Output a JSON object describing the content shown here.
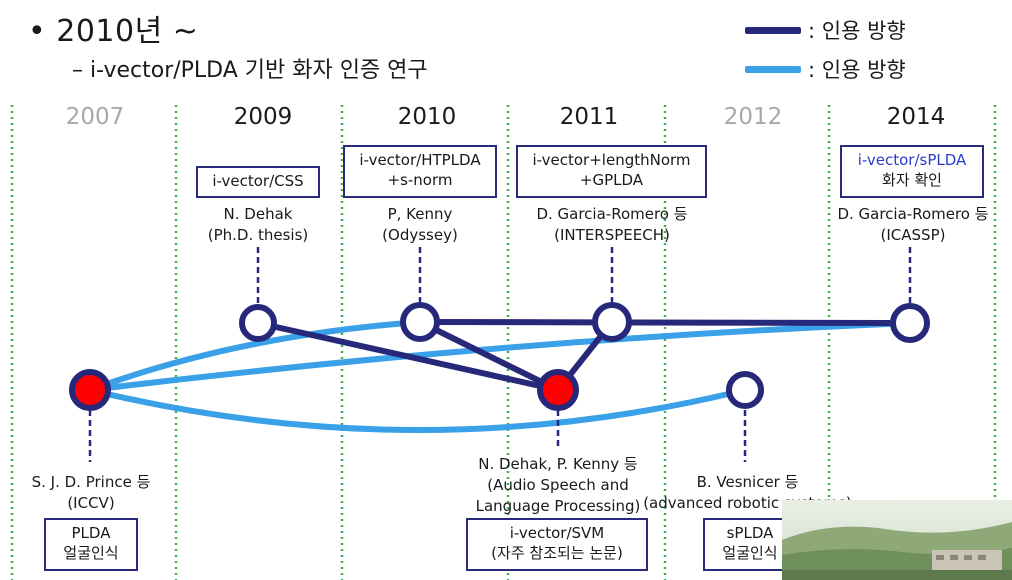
{
  "header": {
    "title": "• 2010년 ~",
    "subtitle": "– i-vector/PLDA 기반 화자 인증 연구"
  },
  "legend": [
    {
      "label": ": 인용 방향",
      "color": "#26287a"
    },
    {
      "label": ": 인용 방향",
      "color": "#3aa0e8"
    }
  ],
  "years": [
    {
      "label": "2007",
      "faded": true
    },
    {
      "label": "2009",
      "faded": false
    },
    {
      "label": "2010",
      "faded": false
    },
    {
      "label": "2011",
      "faded": false
    },
    {
      "label": "2012",
      "faded": true
    },
    {
      "label": "2014",
      "faded": false
    }
  ],
  "top_boxes": [
    {
      "line1": "i-vector/CSS",
      "line2": ""
    },
    {
      "line1": "i-vector/HTPLDA",
      "line2": "+s-norm"
    },
    {
      "line1": "i-vector+lengthNorm",
      "line2": "+GPLDA"
    },
    {
      "line1": "i-vector/sPLDA",
      "line2": "화자 확인"
    }
  ],
  "top_citations": [
    {
      "line1": "N. Dehak",
      "line2": "(Ph.D. thesis)"
    },
    {
      "line1": "P, Kenny",
      "line2": "(Odyssey)"
    },
    {
      "line1": "D. Garcia-Romero 등",
      "line2": "(INTERSPEECH)"
    },
    {
      "line1": "D. Garcia-Romero 등",
      "line2": "(ICASSP)"
    }
  ],
  "bottom_citations": [
    {
      "line1": "S. J. D. Prince 등",
      "line2": "(ICCV)",
      "line3": ""
    },
    {
      "line1": "N. Dehak, P. Kenny 등",
      "line2": "(Audio Speech and",
      "line3": "Language Processing)"
    },
    {
      "line1": "B. Vesnicer 등",
      "line2": "(advanced robotic systems)",
      "line3": ""
    }
  ],
  "bottom_boxes": [
    {
      "line1": "PLDA",
      "line2": "얼굴인식"
    },
    {
      "line1": "i-vector/SVM",
      "line2": "(자주 참조되는 논문)"
    },
    {
      "line1": "sPLDA",
      "line2": "얼굴인식"
    }
  ],
  "colors": {
    "dark_citation": "#26287a",
    "light_citation": "#3aa0e8",
    "grid_line": "#3cb44a",
    "node_fill_highlight": "#ff0000",
    "accent_text": "#2c3cc8"
  }
}
